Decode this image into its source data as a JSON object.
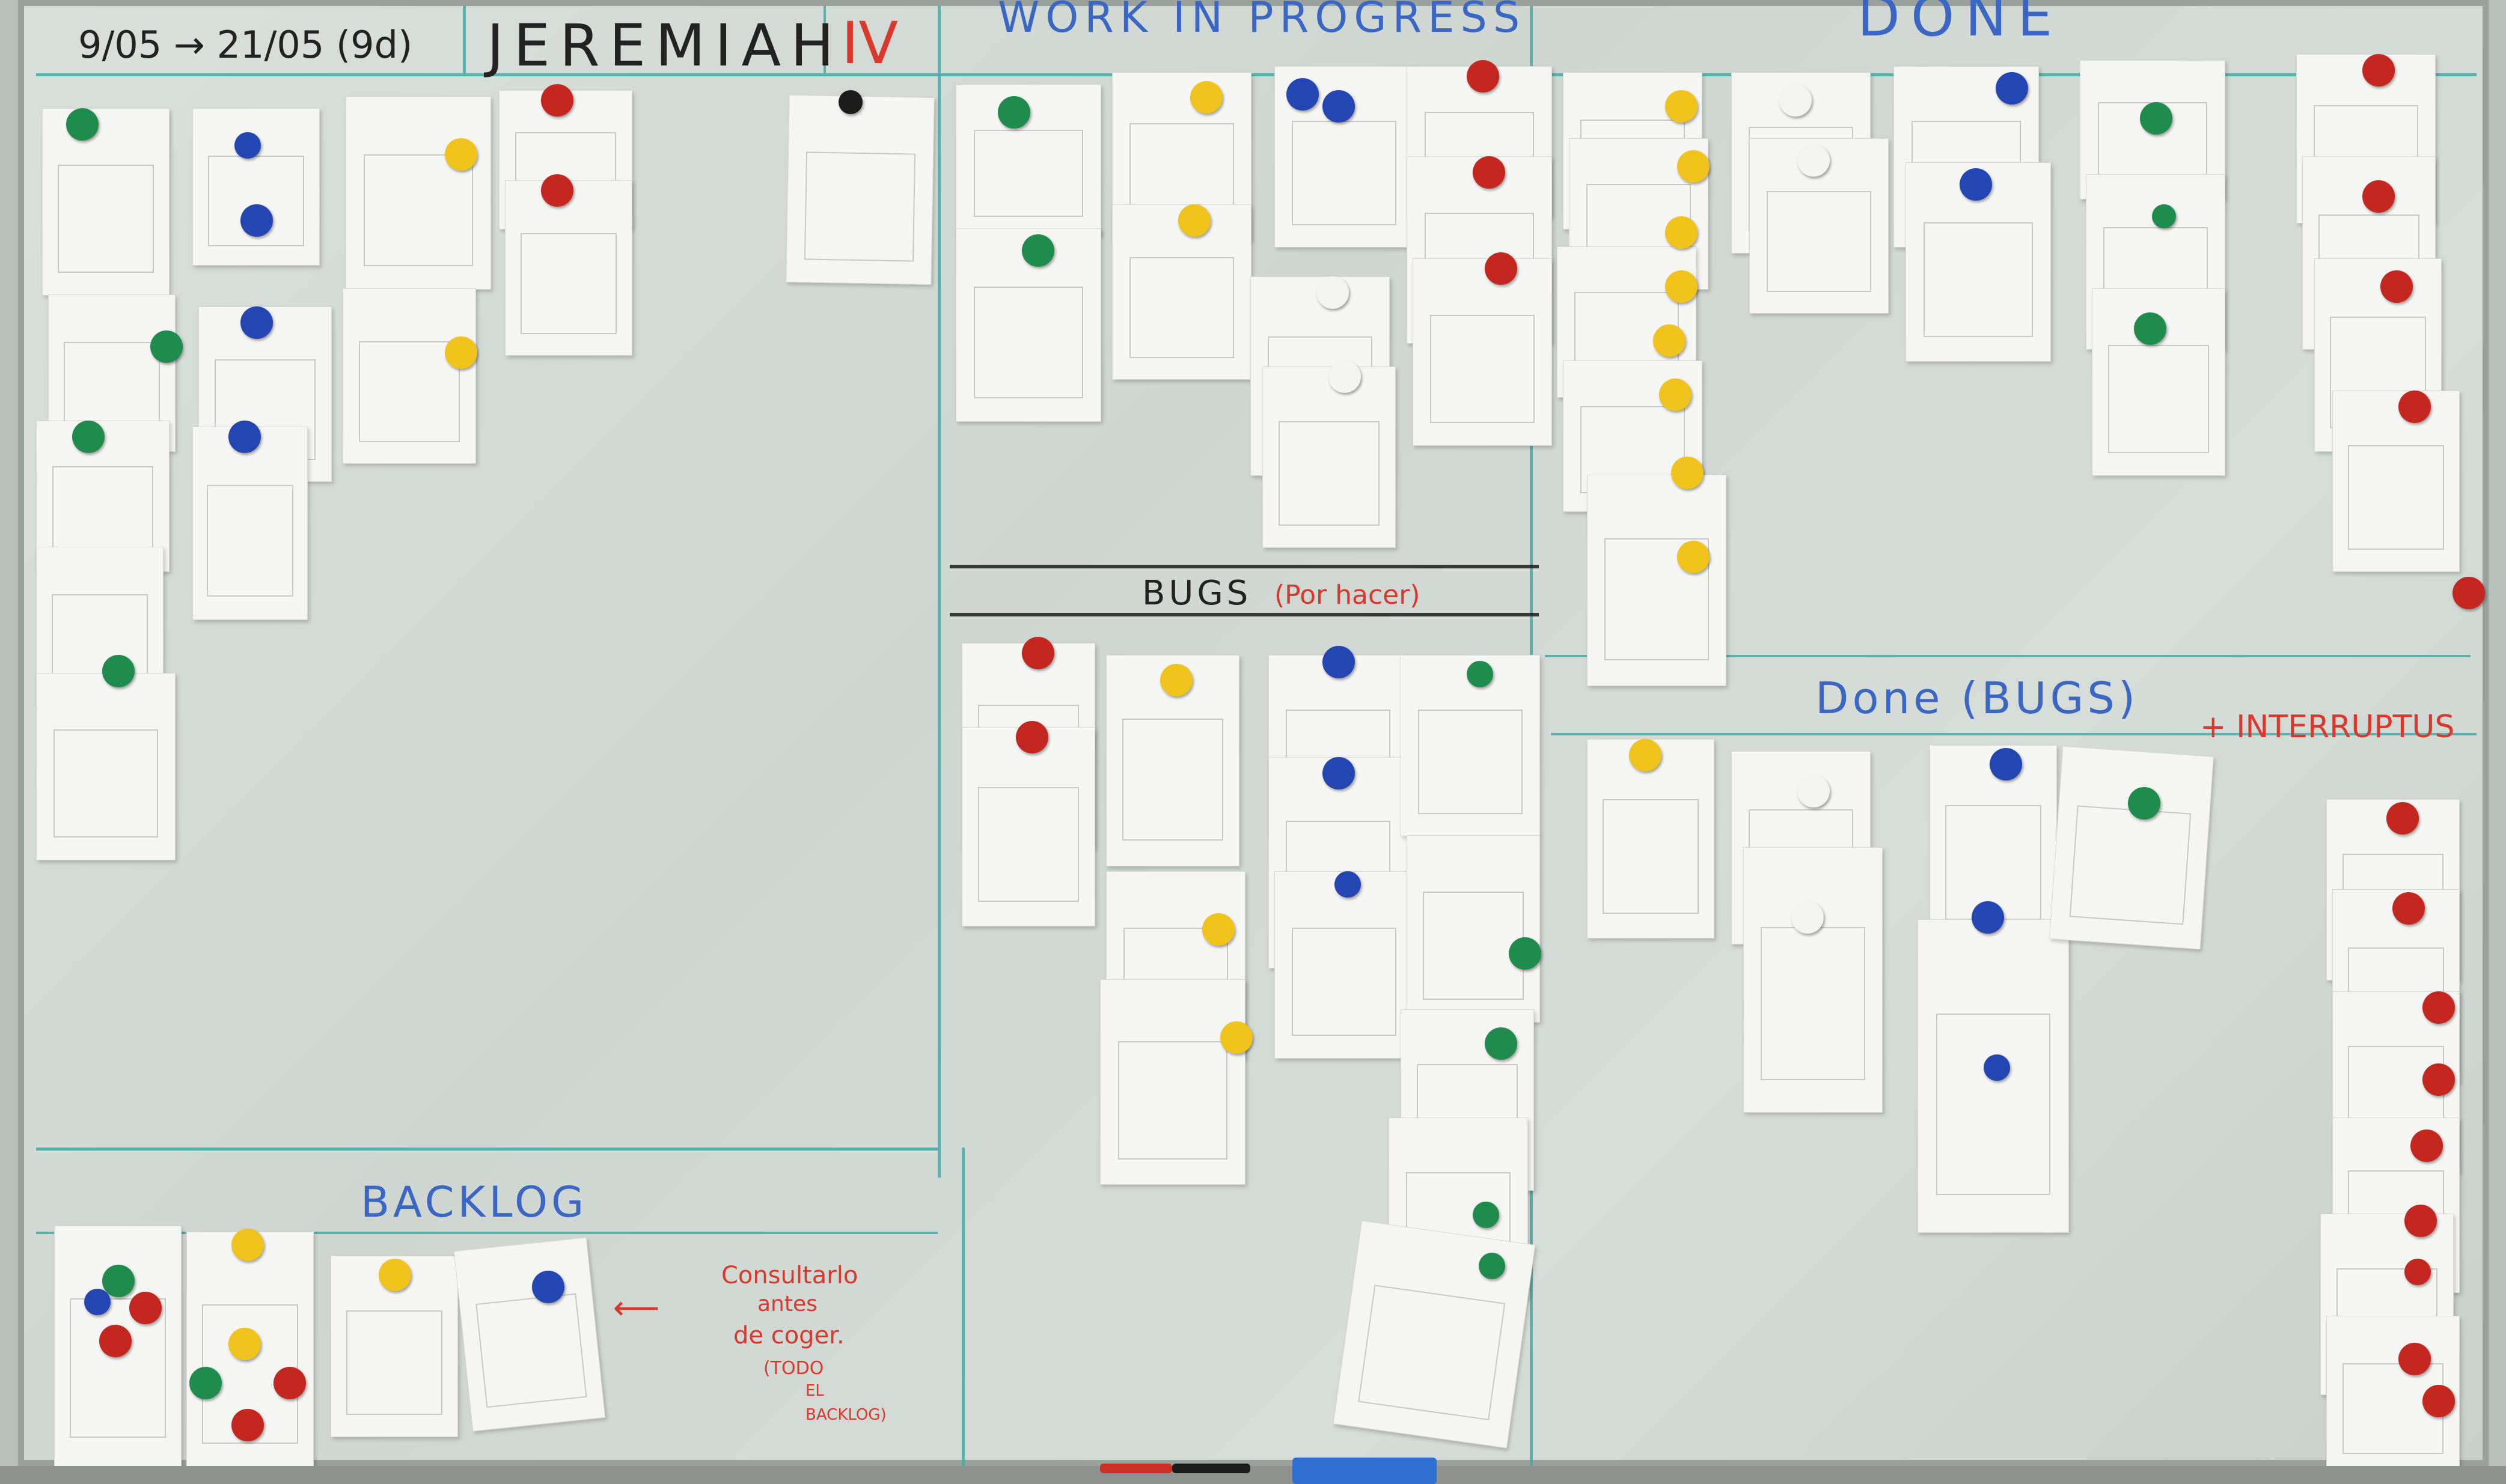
{
  "colors": {
    "green": "#1f8c4e",
    "blue": "#2346b3",
    "red": "#c3271f",
    "yellow": "#f0c21c",
    "white": "#f3f3f1",
    "black": "#1b1b1b",
    "line": "#4aa7a6"
  },
  "board": {
    "sprint_dates": "9/05 → 21/05 (9d)",
    "sprint_name": "JEREMIAH",
    "sprint_number": "IV",
    "col_wip": "WORK IN PROGRESS",
    "col_done": "DONE",
    "bugs_heading": "BUGS",
    "bugs_sub": "(Por hacer)",
    "done_bugs_heading": "Done (BUGS)",
    "interrupts": "+ INTERRUPTUS",
    "backlog_heading": "BACKLOG",
    "backlog_note_1": "Consultarlo",
    "backlog_note_2": "antes",
    "backlog_note_3": "de coger.",
    "backlog_note_4": "(TODO",
    "backlog_note_5": "EL",
    "backlog_note_6": "BACKLOG)"
  }
}
